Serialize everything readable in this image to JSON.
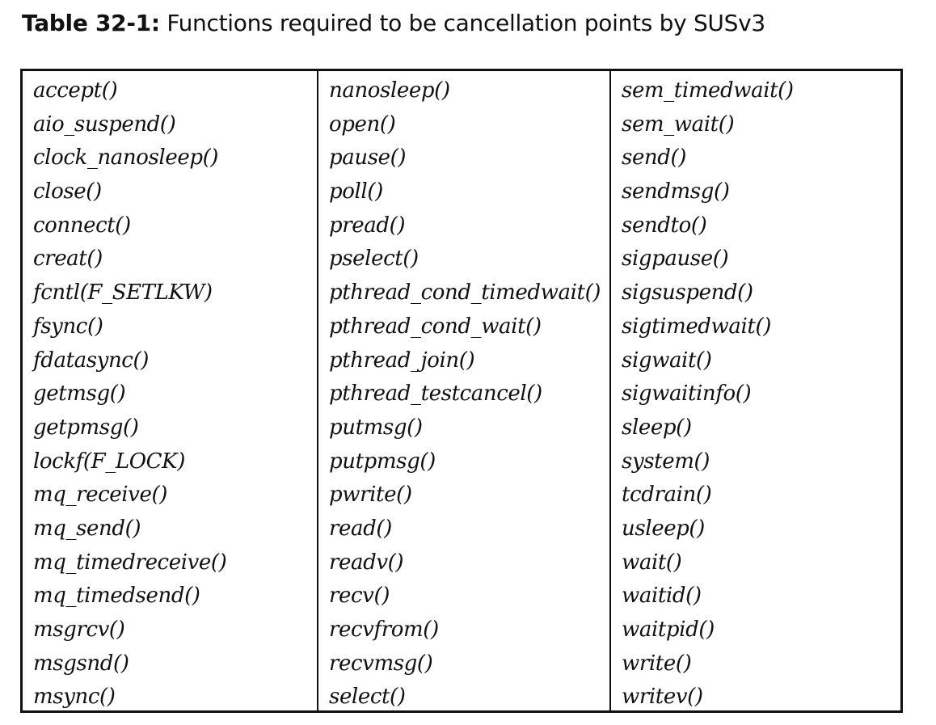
{
  "caption": {
    "label": "Table 32-1:",
    "text": " Functions required to be cancellation points by SUSv3"
  },
  "table": {
    "columns": [
      [
        "accept()",
        "aio_suspend()",
        "clock_nanosleep()",
        "close()",
        "connect()",
        "creat()",
        "fcntl(F_SETLKW)",
        "fsync()",
        "fdatasync()",
        "getmsg()",
        "getpmsg()",
        "lockf(F_LOCK)",
        "mq_receive()",
        "mq_send()",
        "mq_timedreceive()",
        "mq_timedsend()",
        "msgrcv()",
        "msgsnd()",
        "msync()"
      ],
      [
        "nanosleep()",
        "open()",
        "pause()",
        "poll()",
        "pread()",
        "pselect()",
        "pthread_cond_timedwait()",
        "pthread_cond_wait()",
        "pthread_join()",
        "pthread_testcancel()",
        "putmsg()",
        "putpmsg()",
        "pwrite()",
        "read()",
        "readv()",
        "recv()",
        "recvfrom()",
        "recvmsg()",
        "select()"
      ],
      [
        "sem_timedwait()",
        "sem_wait()",
        "send()",
        "sendmsg()",
        "sendto()",
        "sigpause()",
        "sigsuspend()",
        "sigtimedwait()",
        "sigwait()",
        "sigwaitinfo()",
        "sleep()",
        "system()",
        "tcdrain()",
        "usleep()",
        "wait()",
        "waitid()",
        "waitpid()",
        "write()",
        "writev()"
      ]
    ]
  }
}
